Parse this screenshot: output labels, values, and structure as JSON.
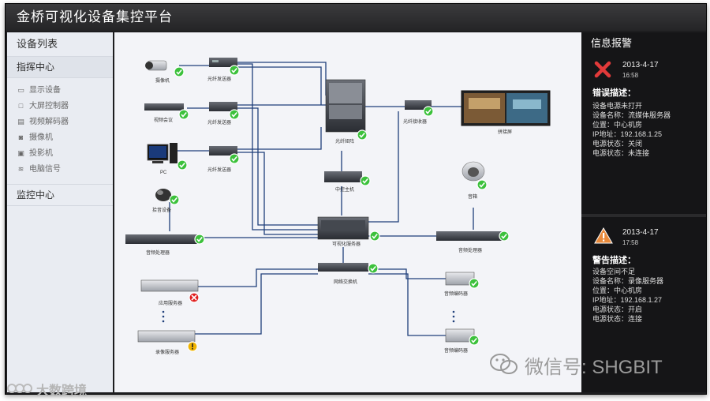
{
  "app": {
    "title": "金桥可视化设备集控平台"
  },
  "sidebar": {
    "header": "设备列表",
    "group1": "指挥中心",
    "items": [
      {
        "label": "显示设备",
        "icon": "display-icon"
      },
      {
        "label": "大屏控制器",
        "icon": "monitor-icon"
      },
      {
        "label": "视频解码器",
        "icon": "decoder-icon"
      },
      {
        "label": "摄像机",
        "icon": "camera-icon"
      },
      {
        "label": "投影机",
        "icon": "projector-icon"
      },
      {
        "label": "电脑信号",
        "icon": "wifi-icon"
      }
    ],
    "group2": "监控中心"
  },
  "diagram": {
    "labels": {
      "camera": "摄像机",
      "tx1": "光纤发送器",
      "video_conf": "视频会议",
      "tx2": "光纤发送器",
      "pc": "PC",
      "tx3": "光纤发送器",
      "matrix": "光纤矩阵",
      "rx": "光纤接收器",
      "screen": "拼接屏",
      "central": "中控主机",
      "speaker": "音箱",
      "mic": "拾音设备",
      "audio_left": "音频处理器",
      "vis_server": "可视化服务器",
      "audio_right": "音频处理器",
      "switch": "网络交换机",
      "app_server": "应用服务器",
      "rec_server": "录像服务器",
      "enc1": "音频编码器",
      "enc2": "音频编码器"
    }
  },
  "info": {
    "title": "信息报警",
    "msg1": {
      "icon": "error-x-icon",
      "date": "2013-4-17",
      "time": "16:58",
      "heading": "错误描述：",
      "lines": [
        "设备电源未打开",
        "设备名称：流媒体服务器",
        "位置：中心机房",
        "IP地址：192.168.1.25",
        "电源状态：关闭",
        "电源状态：未连接"
      ]
    },
    "msg2": {
      "icon": "warning-triangle-icon",
      "date": "2013-4-17",
      "time": "17:58",
      "heading": "警告描述：",
      "lines": [
        "设备空间不足",
        "设备名称：录像服务器",
        "位置：中心机房",
        "IP地址：192.168.1.27",
        "电源状态：开启",
        "电源状态：连接"
      ]
    }
  },
  "watermark": {
    "left": "大数跨境",
    "right": "微信号: SHGBIT"
  },
  "colors": {
    "ok": "#3cc13c",
    "error": "#e02020",
    "warning": "#f0b400",
    "wire": "#1f3f7a"
  }
}
